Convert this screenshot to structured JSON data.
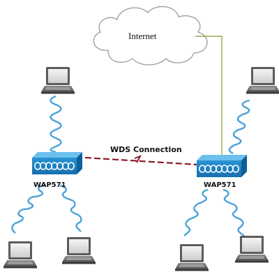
{
  "diagram": {
    "cloud_label": "Internet",
    "link_label": "WDS Connection",
    "access_points": [
      {
        "label": "WAP571"
      },
      {
        "label": "WAP571"
      }
    ],
    "colors": {
      "ap_body": "#1f86c8",
      "ap_top": "#5fb8e8",
      "ap_side": "#0f5f98",
      "wds_link": "#8b1a2b",
      "uplink": "#9aa84a",
      "wireless": "#4aa3d9",
      "laptop": "#6b6b6b"
    },
    "icons": [
      "cloud-icon",
      "laptop-icon",
      "access-point-icon",
      "wireless-signal-icon"
    ]
  }
}
